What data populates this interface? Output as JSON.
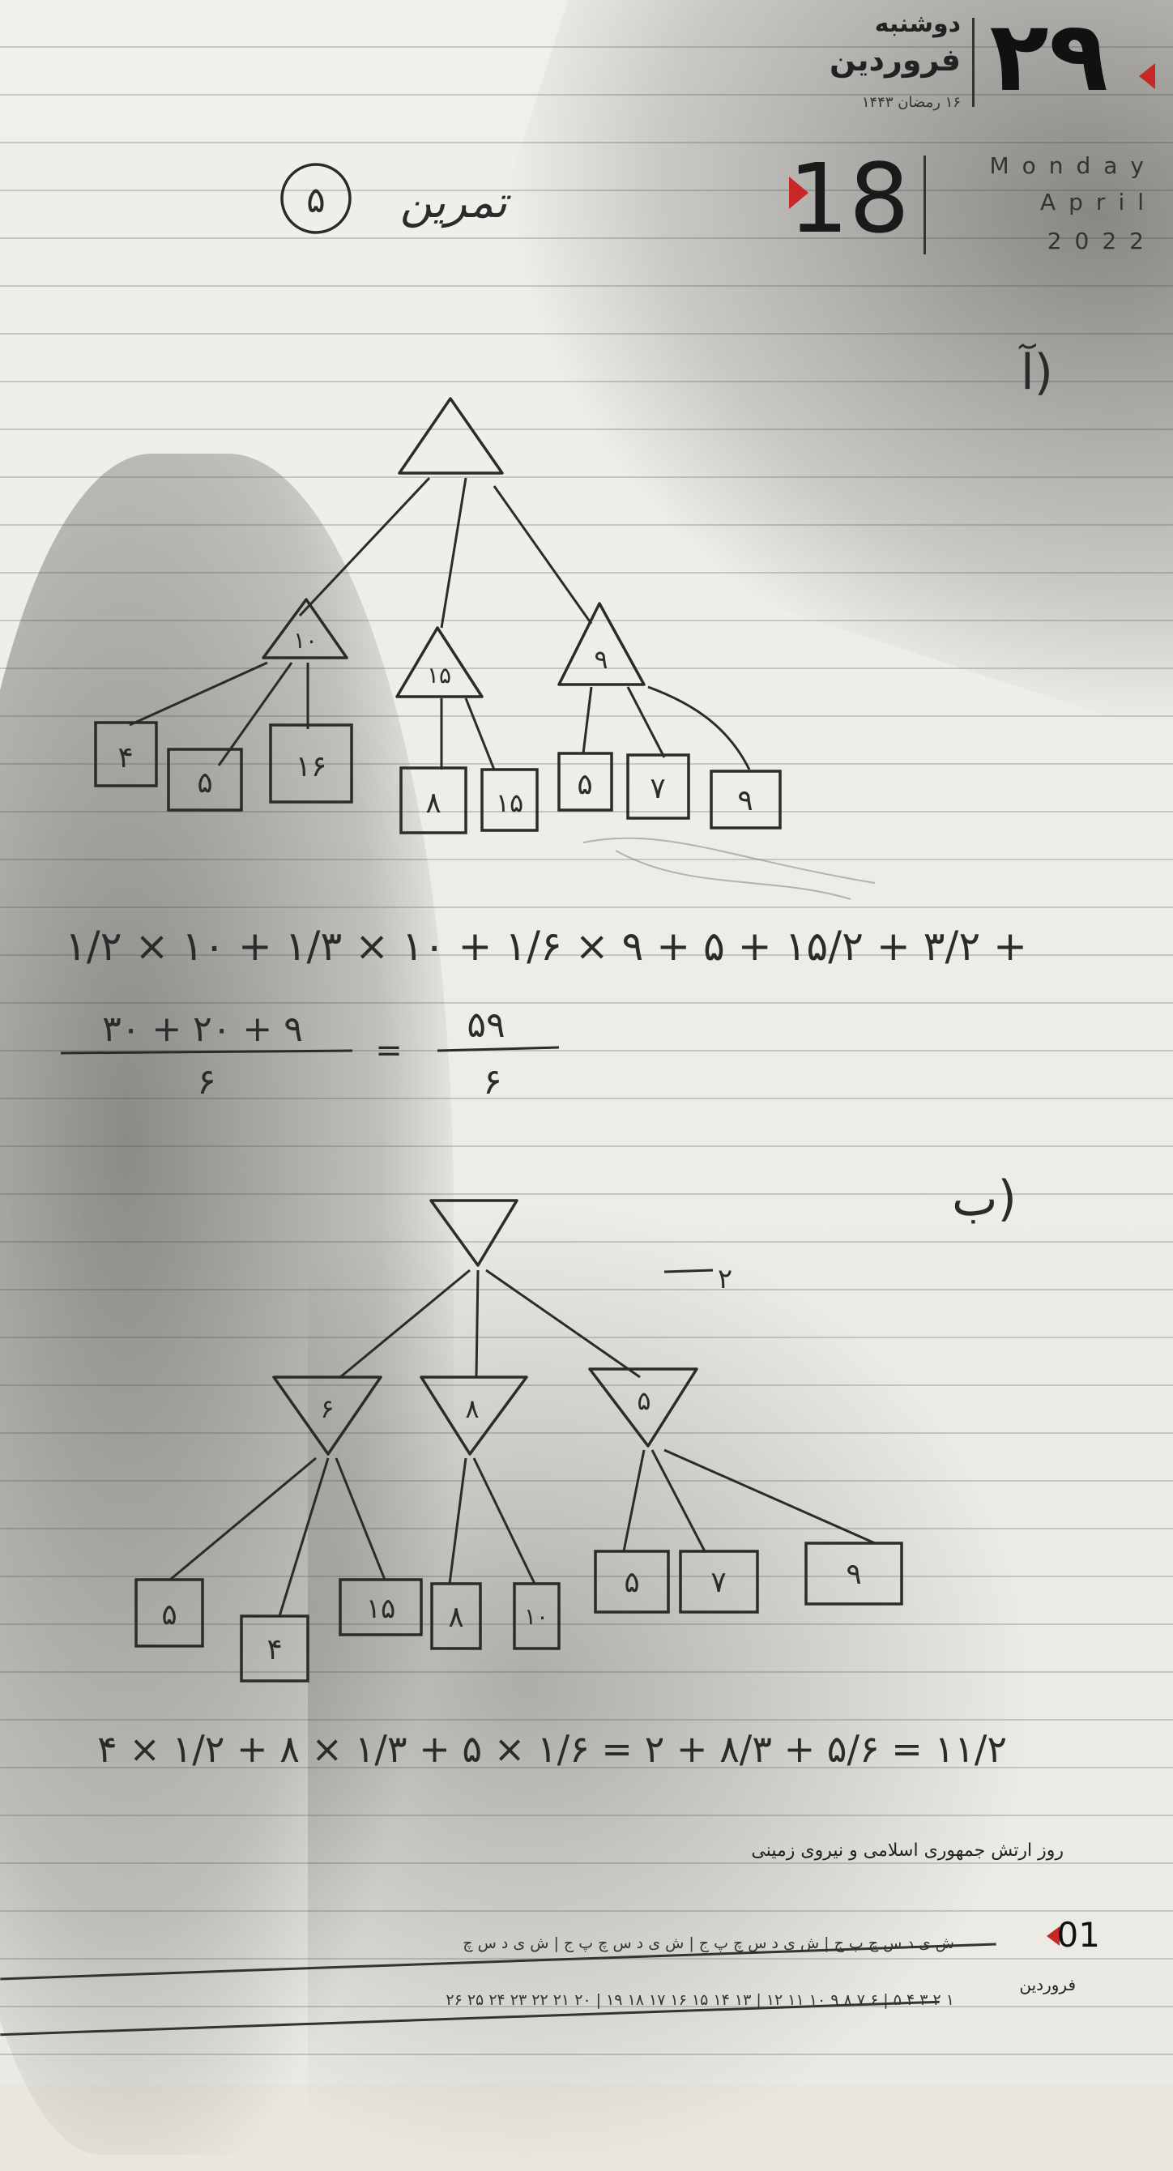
{
  "calendar_header": {
    "persian_weekday": "دوشنبه",
    "persian_month": "فروردین",
    "persian_day": "۲۹",
    "hijri_date": "۱۶ رمضان ۱۴۴۳",
    "gregorian_day": "18",
    "gregorian_weekday": "Monday",
    "gregorian_month": "April",
    "gregorian_year": "2022",
    "accent_color": "#c62828"
  },
  "notes": {
    "title": "تمرین",
    "title_number": "۵",
    "part_a": {
      "label": "آ)",
      "root": "",
      "nodes": [
        "۱۰",
        "۱۵",
        "۹"
      ],
      "leaves": [
        "۴",
        "۵",
        "۱۶",
        "۸",
        "۱۵",
        "۵",
        "۷",
        "۹"
      ],
      "equation_line_1": "۱/۲ × ۱۰ + ۱/۳ × ۱۰ + ۱/۶ × ۹ + ۵ + ۱۵/۲ + ۳/۲ +",
      "equation_numerator": "۳۰ + ۲۰ + ۹",
      "equation_denominator": "۶",
      "result_numerator": "۵۹",
      "result_denominator": "۶"
    },
    "part_b": {
      "label": "ب)",
      "side_mark": "۲",
      "nodes": [
        "۶",
        "۸",
        "۵"
      ],
      "leaves": [
        "۵",
        "۴",
        "۱۵",
        "۸",
        "۱۰",
        "۵",
        "۷",
        "۹"
      ],
      "equation": "۴ × ۱/۲ + ۸ × ۱/۳ + ۵ × ۱/۶ = ۲ + ۸/۳ + ۵/۶ = ۱۱/۲"
    }
  },
  "footer": {
    "note_line_1": "روز ارتش جمهوری اسلامی و نیروی زمینی",
    "note_line_2": "",
    "page_number": "01",
    "month_label": "فروردین",
    "weekday_row": "ش ی د س چ پ ج | ش ی د س چ پ ج | ش ی د س چ پ ج | ش ی د س چ",
    "days_row": "۱ ۲ ۳ ۴ ۵ | ۶ ۷ ۸ ۹ ۱۰ ۱۱ ۱۲ | ۱۳ ۱۴ ۱۵ ۱۶ ۱۷ ۱۸ ۱۹ | ۲۰ ۲۱ ۲۲ ۲۳ ۲۴ ۲۵ ۲۶"
  }
}
